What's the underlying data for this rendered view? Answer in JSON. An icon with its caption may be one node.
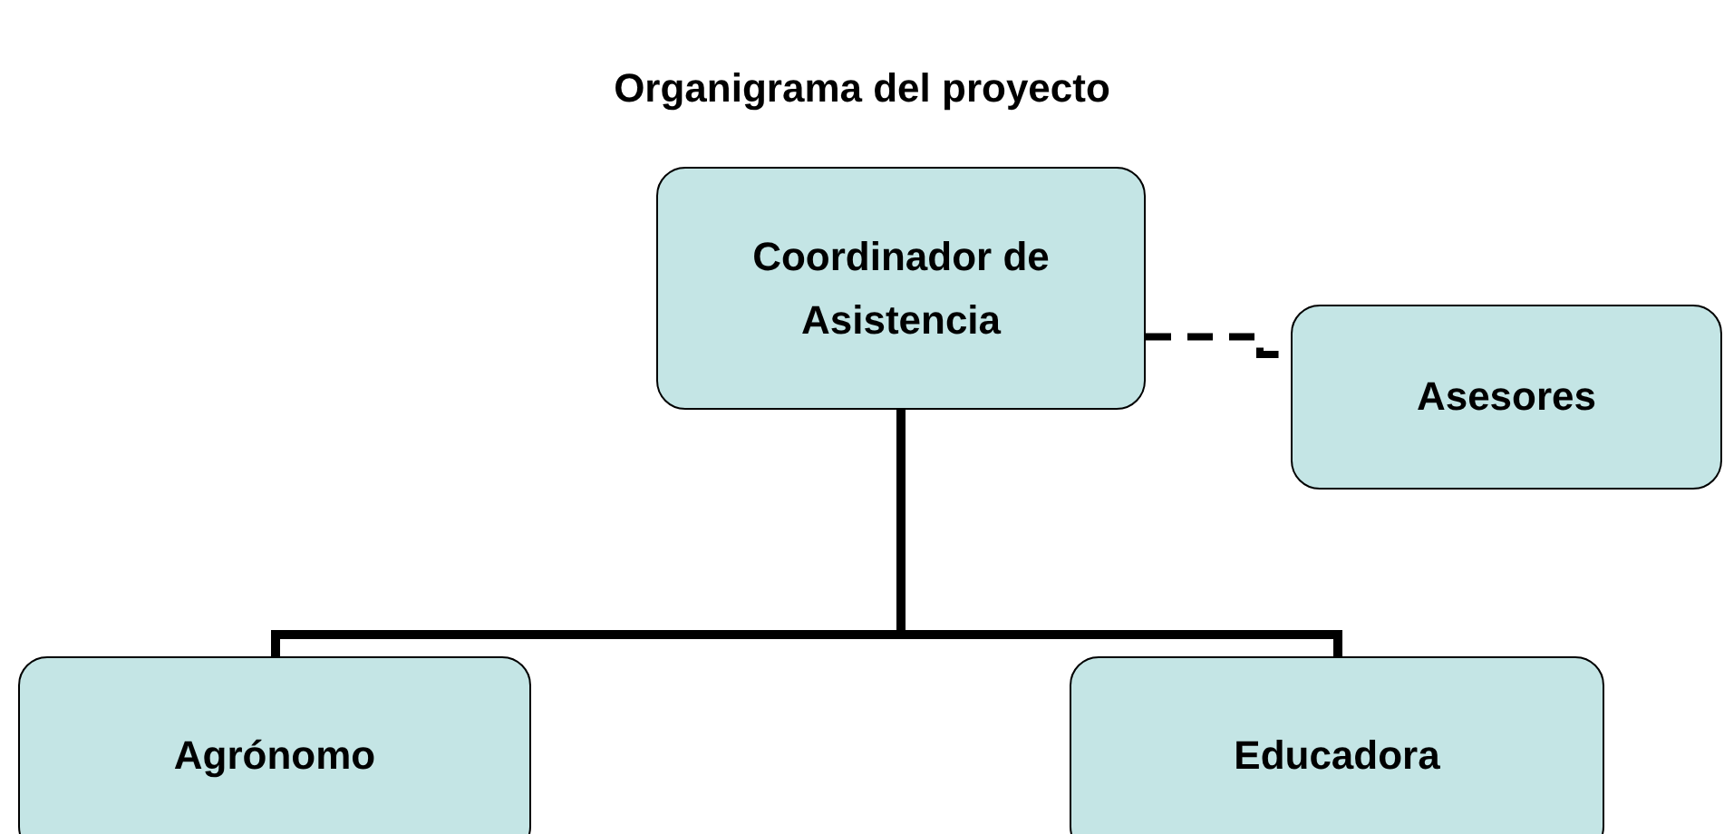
{
  "diagram": {
    "title": "Organigrama del proyecto",
    "nodes": [
      {
        "text": [
          "Coordinador de Asistencia"
        ]
      },
      {
        "text": [
          "Asesores"
        ]
      },
      {
        "text": [
          "Agrónomo"
        ]
      },
      {
        "text": [
          "Educadora"
        ]
      }
    ],
    "edges": [
      {
        "from": 0,
        "to": 1,
        "arrow": "none",
        "style": "dashed"
      },
      {
        "from": 0,
        "to": 2,
        "arrow": "none"
      },
      {
        "from": 0,
        "to": 3,
        "arrow": "none"
      }
    ]
  }
}
